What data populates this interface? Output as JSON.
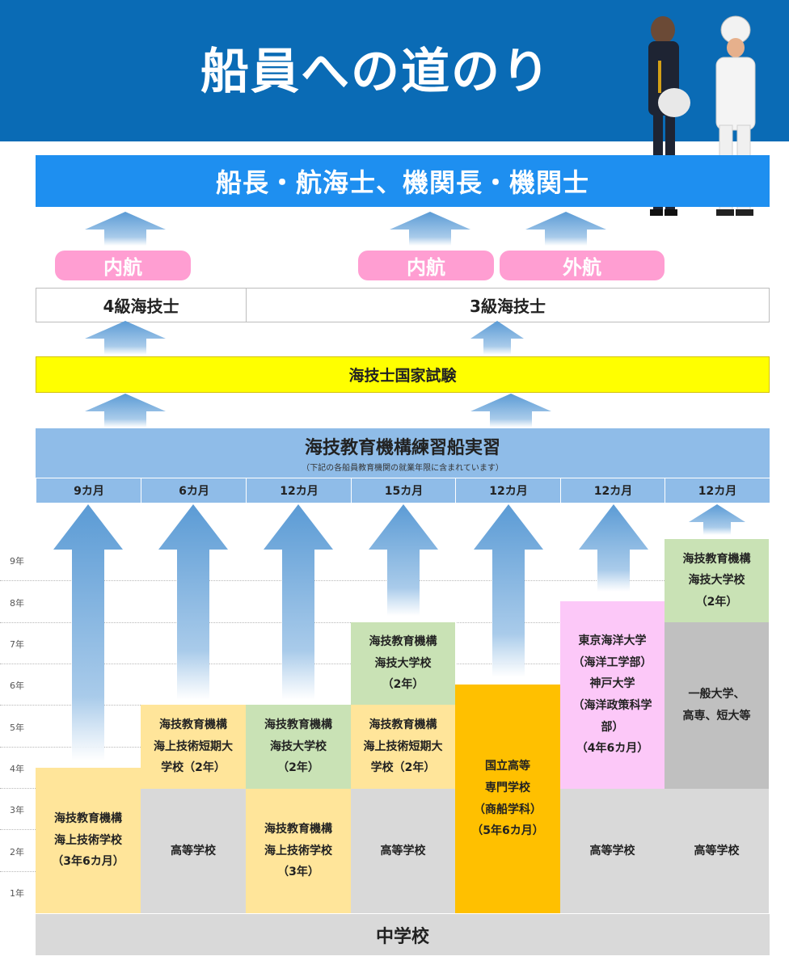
{
  "header": {
    "title": "船員への道のり"
  },
  "top": {
    "label": "船長・航海士、機関長・機関士"
  },
  "pills": {
    "left_naiko": "内航",
    "mid_naiko": "内航",
    "gaiko": "外航"
  },
  "licenses": {
    "grade4": "4級海技士",
    "grade3": "3級海技士"
  },
  "exam": {
    "label": "海技士国家試験"
  },
  "training": {
    "title": "海技教育機構練習船実習",
    "note": "（下記の各船員教育機関の就業年限に含まれています）",
    "durations": [
      "9カ月",
      "6カ月",
      "12カ月",
      "15カ月",
      "12カ月",
      "12カ月",
      "12カ月"
    ]
  },
  "years": [
    "9年",
    "8年",
    "7年",
    "6年",
    "5年",
    "4年",
    "3年",
    "2年",
    "1年"
  ],
  "paths": {
    "c1": {
      "top": "海技教育機構\n海上技術学校\n（3年6カ月）"
    },
    "c2": {
      "top": "海技教育機構\n海上技術短期大\n学校（2年）",
      "bottom": "高等学校"
    },
    "c3": {
      "top": "海技教育機構\n海技大学校\n（2年）",
      "bottom": "海技教育機構\n海上技術学校\n（3年）"
    },
    "c4": {
      "top": "海技教育機構\n海技大学校\n（2年）",
      "mid": "海技教育機構\n海上技術短期大\n学校（2年）",
      "bottom": "高等学校"
    },
    "c5": {
      "top": "国立高等\n専門学校\n（商船学科）\n（5年6カ月）"
    },
    "c6": {
      "top": "東京海洋大学\n（海洋工学部）\n神戸大学\n（海洋政策科学\n部）\n（4年6カ月）",
      "bottom": "高等学校"
    },
    "c7": {
      "top": "海技教育機構\n海技大学校\n（2年）",
      "mid": "一般大学、\n高専、短大等",
      "bottom": "高等学校"
    }
  },
  "bottom": {
    "label": "中学校"
  },
  "colors": {
    "header_bg": "#0a6bb5",
    "top_bar": "#1e8ff0",
    "pill": "#ff9ed2",
    "exam": "#ffff00",
    "training": "#8fbce8",
    "yellow": "#ffe59a",
    "gray": "#d9d9d9",
    "green": "#c9e2b5",
    "pink": "#fcc8f8",
    "orange": "#ffc000",
    "dark_gray": "#c0c0c0",
    "arrow": "#5b9bd5"
  },
  "icons": {
    "captain": "captain-figure-icon",
    "engineer": "engineer-figure-icon",
    "arrow": "up-arrow-icon"
  }
}
